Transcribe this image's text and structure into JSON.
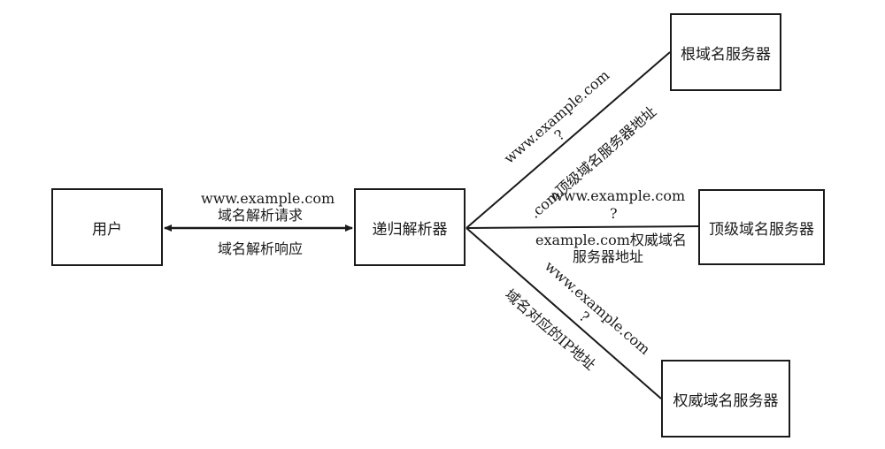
{
  "nodes": {
    "user": "用户",
    "resolver": "递归解析器",
    "root": "根域名服务器",
    "tld": "顶级域名服务器",
    "auth": "权威域名服务器"
  },
  "edges": {
    "user_resolver": {
      "request_domain": "www.example.com",
      "request_label": "域名解析请求",
      "response_label": "域名解析响应"
    },
    "resolver_root": {
      "query_domain": "www.example.com",
      "query_mark": "?",
      "answer": ".com顶级域名服务器地址"
    },
    "resolver_tld": {
      "query_domain": "www.example.com",
      "query_mark": "?",
      "answer_line1": "example.com权威域名",
      "answer_line2": "服务器地址"
    },
    "resolver_auth": {
      "query_domain": "www.example.com",
      "query_mark": "?",
      "answer": "域名对应的IP地址"
    }
  }
}
